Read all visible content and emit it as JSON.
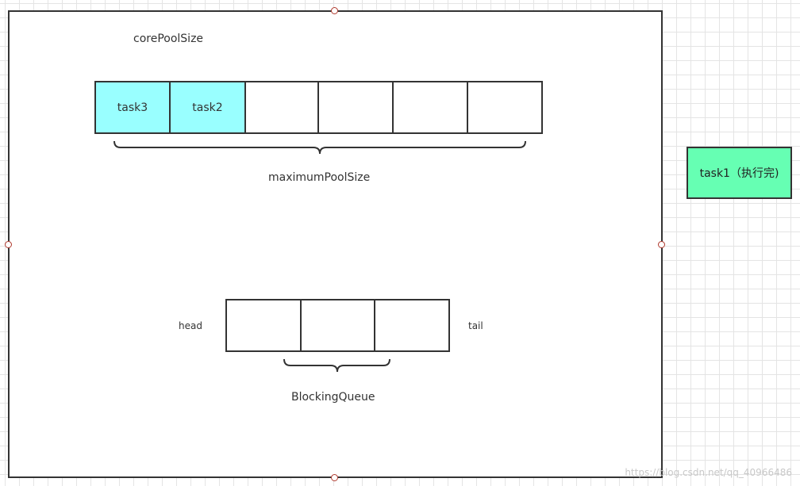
{
  "diagram": {
    "core_pool_label": "corePoolSize",
    "max_pool_label": "maximumPoolSize",
    "pool_slots": [
      {
        "label": "task3",
        "fill": "#99ffff"
      },
      {
        "label": "task2",
        "fill": "#99ffff"
      },
      {
        "label": "",
        "fill": "#ffffff"
      },
      {
        "label": "",
        "fill": "#ffffff"
      },
      {
        "label": "",
        "fill": "#ffffff"
      },
      {
        "label": "",
        "fill": "#ffffff"
      }
    ],
    "queue": {
      "head_label": "head",
      "tail_label": "tail",
      "name_label": "BlockingQueue",
      "slots": [
        "",
        "",
        ""
      ]
    },
    "finished_task": {
      "label": "task1（执行完)",
      "fill": "#66ffb3"
    }
  },
  "watermark": "https://blog.csdn.net/qq_40966486",
  "colors": {
    "border": "#333333",
    "selection_handle": "#b03a2e",
    "grid": "#e4e4e4"
  }
}
